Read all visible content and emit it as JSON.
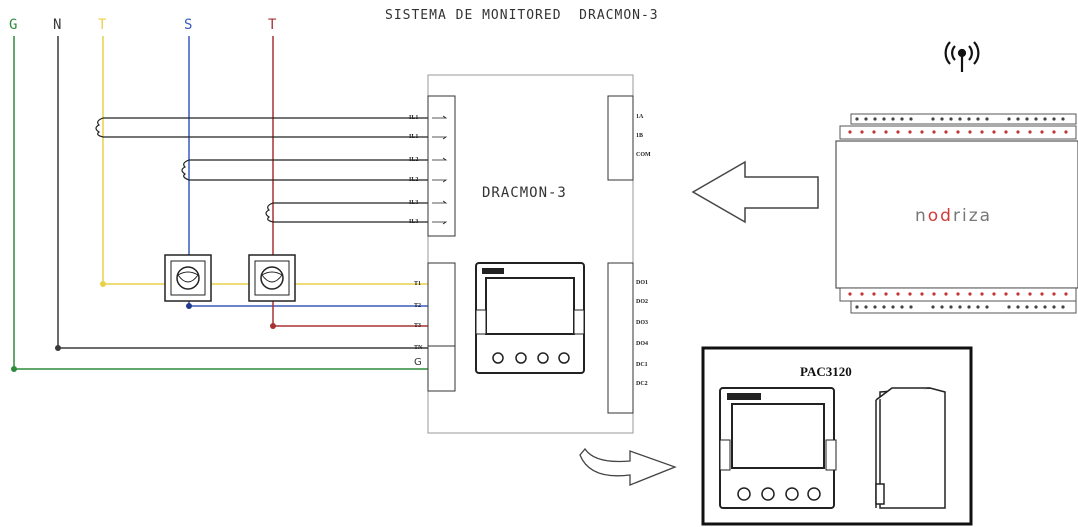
{
  "title": "SISTEMA DE MONITORED  DRACMON-3",
  "phases": [
    {
      "label": "G",
      "color": "#2e8b3a"
    },
    {
      "label": "N",
      "color": "#3a3a3a"
    },
    {
      "label": "T",
      "color": "#e8d24a"
    },
    {
      "label": "S",
      "color": "#3b5bbf"
    },
    {
      "label": "T",
      "color": "#a83232"
    }
  ],
  "dracmon_label": "DRACMON-3",
  "pac_title": "PAC3120",
  "brand": {
    "prefix": "n",
    "accent": "od",
    "suffix": "riza"
  },
  "ground_label": "G",
  "wifi_icon": "wifi-antenna-icon",
  "left_terminals": [
    "IL1",
    "IL1",
    "IL2",
    "IL2",
    "IL3",
    "IL3"
  ],
  "voltage_terminals": [
    "T1",
    "T2",
    "T3",
    "TN"
  ],
  "right_top_terminals": [
    "1A",
    "1B",
    "COM"
  ],
  "right_bottom_terminals": [
    "DO1",
    "DO2",
    "DO3",
    "DO4",
    "DC1",
    "DC2"
  ]
}
